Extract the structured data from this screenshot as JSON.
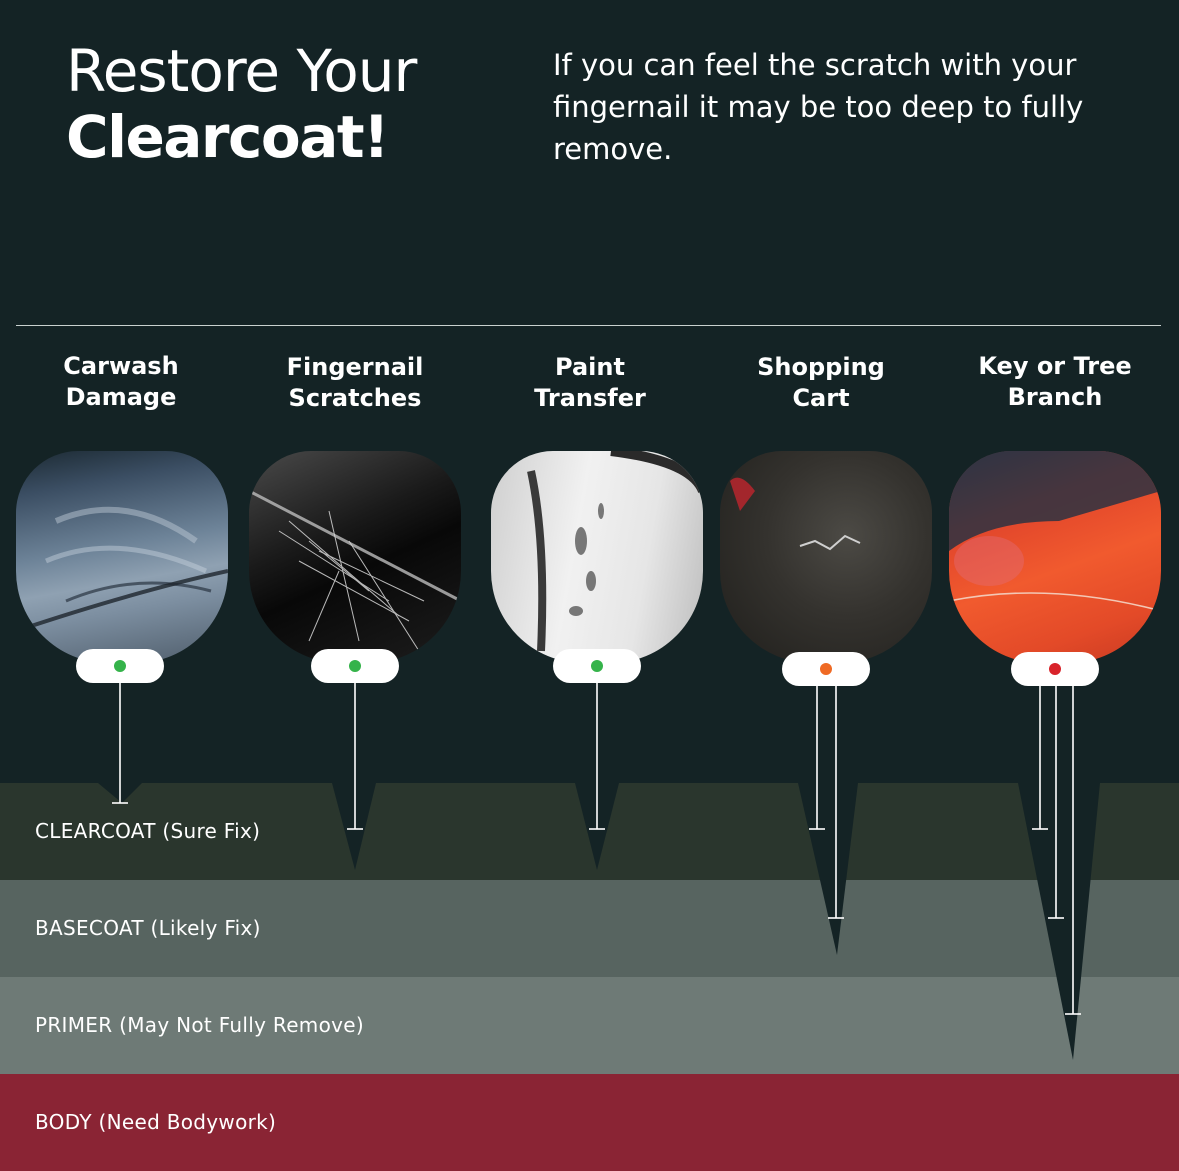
{
  "header": {
    "title_line1": "Restore Your",
    "title_line2": "Clearcoat!",
    "tip": "If you can feel the scratch with your fingernail it may be too deep to fully remove."
  },
  "damage_types": [
    {
      "label_line1": "Carwash",
      "label_line2": "Damage",
      "severity_color": "#35b34a",
      "depth": "clearcoat",
      "lines": 1
    },
    {
      "label_line1": "Fingernail",
      "label_line2": "Scratches",
      "severity_color": "#35b34a",
      "depth": "clearcoat",
      "lines": 1
    },
    {
      "label_line1": "Paint",
      "label_line2": "Transfer",
      "severity_color": "#35b34a",
      "depth": "clearcoat",
      "lines": 1
    },
    {
      "label_line1": "Shopping",
      "label_line2": "Cart",
      "severity_color": "#ef6a24",
      "depth": "basecoat",
      "lines": 2
    },
    {
      "label_line1": "Key or Tree",
      "label_line2": "Branch",
      "severity_color": "#d8232a",
      "depth": "primer",
      "lines": 3
    }
  ],
  "layers": [
    {
      "label": "CLEARCOAT (Sure Fix)",
      "color": "#2a362d"
    },
    {
      "label": "BASECOAT (Likely Fix)",
      "color": "#576460"
    },
    {
      "label": "PRIMER (May Not Fully Remove)",
      "color": "#6e7a76"
    },
    {
      "label": "BODY (Need Bodywork)",
      "color": "#8a2434"
    }
  ],
  "colors": {
    "background": "#142325",
    "text": "#ffffff"
  }
}
